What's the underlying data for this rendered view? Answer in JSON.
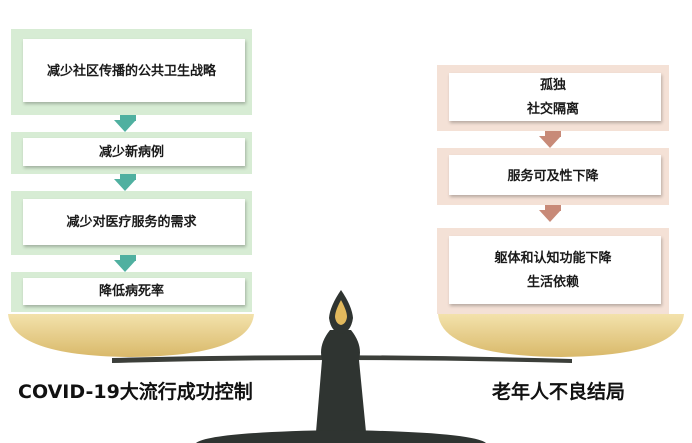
{
  "left": {
    "steps": [
      "减少社区传播的公共卫生战略",
      "减少新病例",
      "减少对医疗服务的需求",
      "降低病死率"
    ],
    "caption": "COVID-19大流行成功控制"
  },
  "right": {
    "steps": [
      [
        "孤独",
        "社交隔离"
      ],
      [
        "服务可及性下降"
      ],
      [
        "躯体和认知功能下降",
        "生活依赖"
      ]
    ],
    "caption": "老年人不良结局"
  },
  "colors": {
    "left_box_bg": "#d7ecd4",
    "right_box_bg": "#f4e1d6",
    "left_arrow": "#4fb0a0",
    "right_arrow": "#c88a78",
    "pan": "#e6cd8a",
    "beam": "#3c3f3a",
    "flame": "#e2b95d"
  },
  "icons": [
    "balance-scale-icon"
  ]
}
